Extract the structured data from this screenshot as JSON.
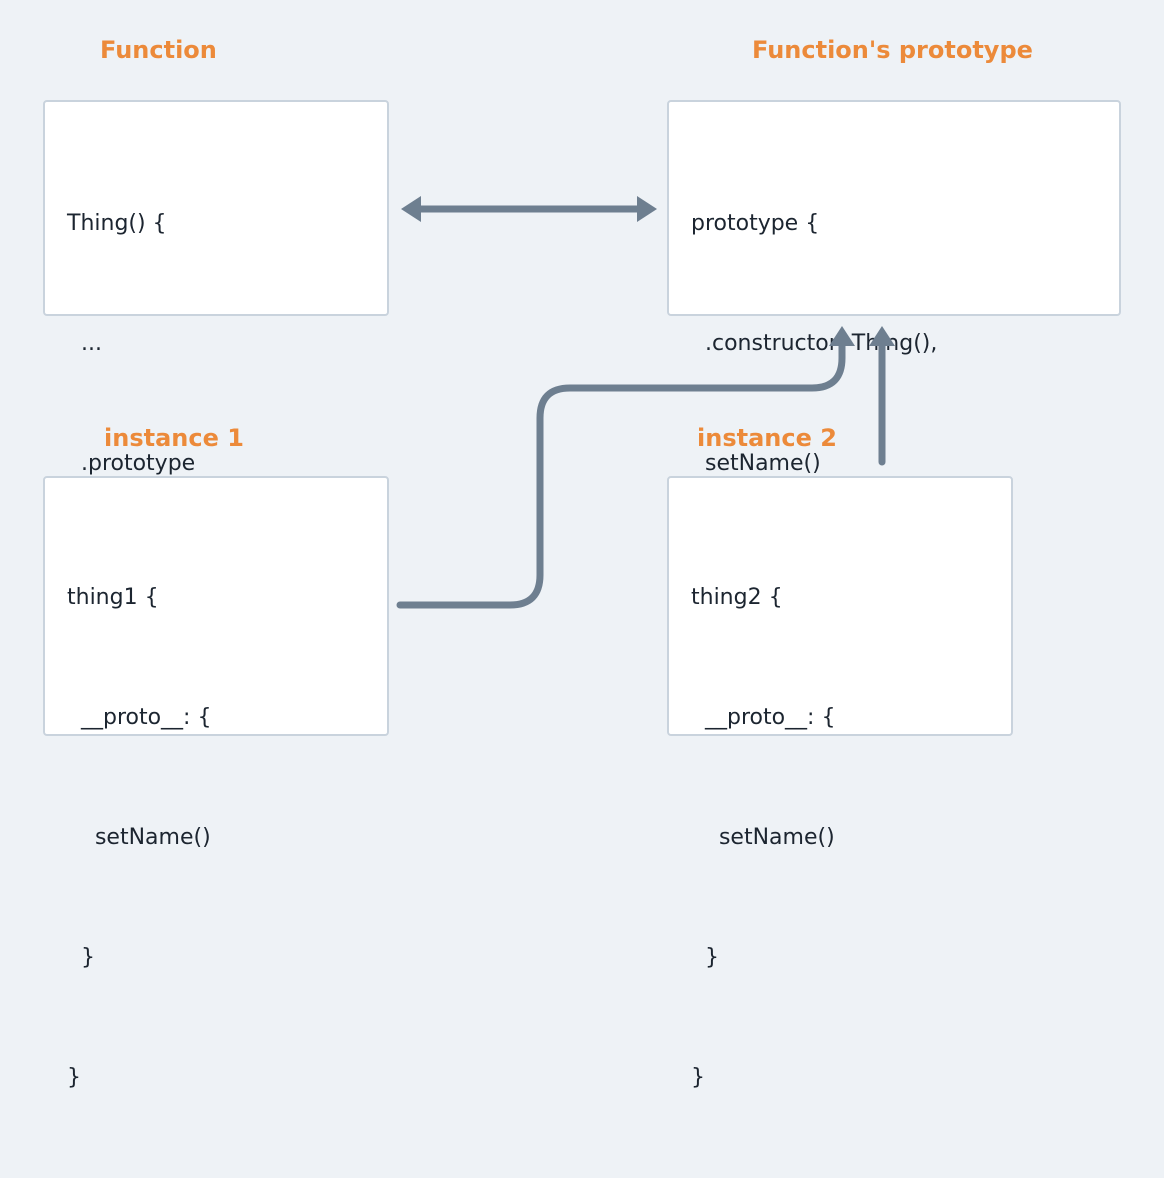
{
  "labels": {
    "function": "Function",
    "prototype": "Function's prototype",
    "instance1": "instance 1",
    "instance2": "instance 2"
  },
  "boxes": {
    "function": [
      "Thing() {",
      "  ...",
      "  .prototype",
      "}"
    ],
    "prototype": [
      "prototype {",
      "  .constructor: Thing(),",
      "  setName()",
      "}"
    ],
    "instance1": [
      "thing1 {",
      "  __proto__: {",
      "    setName()",
      "  }",
      "}"
    ],
    "instance2": [
      "thing2 {",
      "  __proto__: {",
      "    setName()",
      "  }",
      "}"
    ]
  },
  "colors": {
    "background": "#eef2f6",
    "label": "#ec8a3a",
    "arrow": "#6e7f90",
    "box_border": "#c9d3dd",
    "text": "#1c2530"
  }
}
